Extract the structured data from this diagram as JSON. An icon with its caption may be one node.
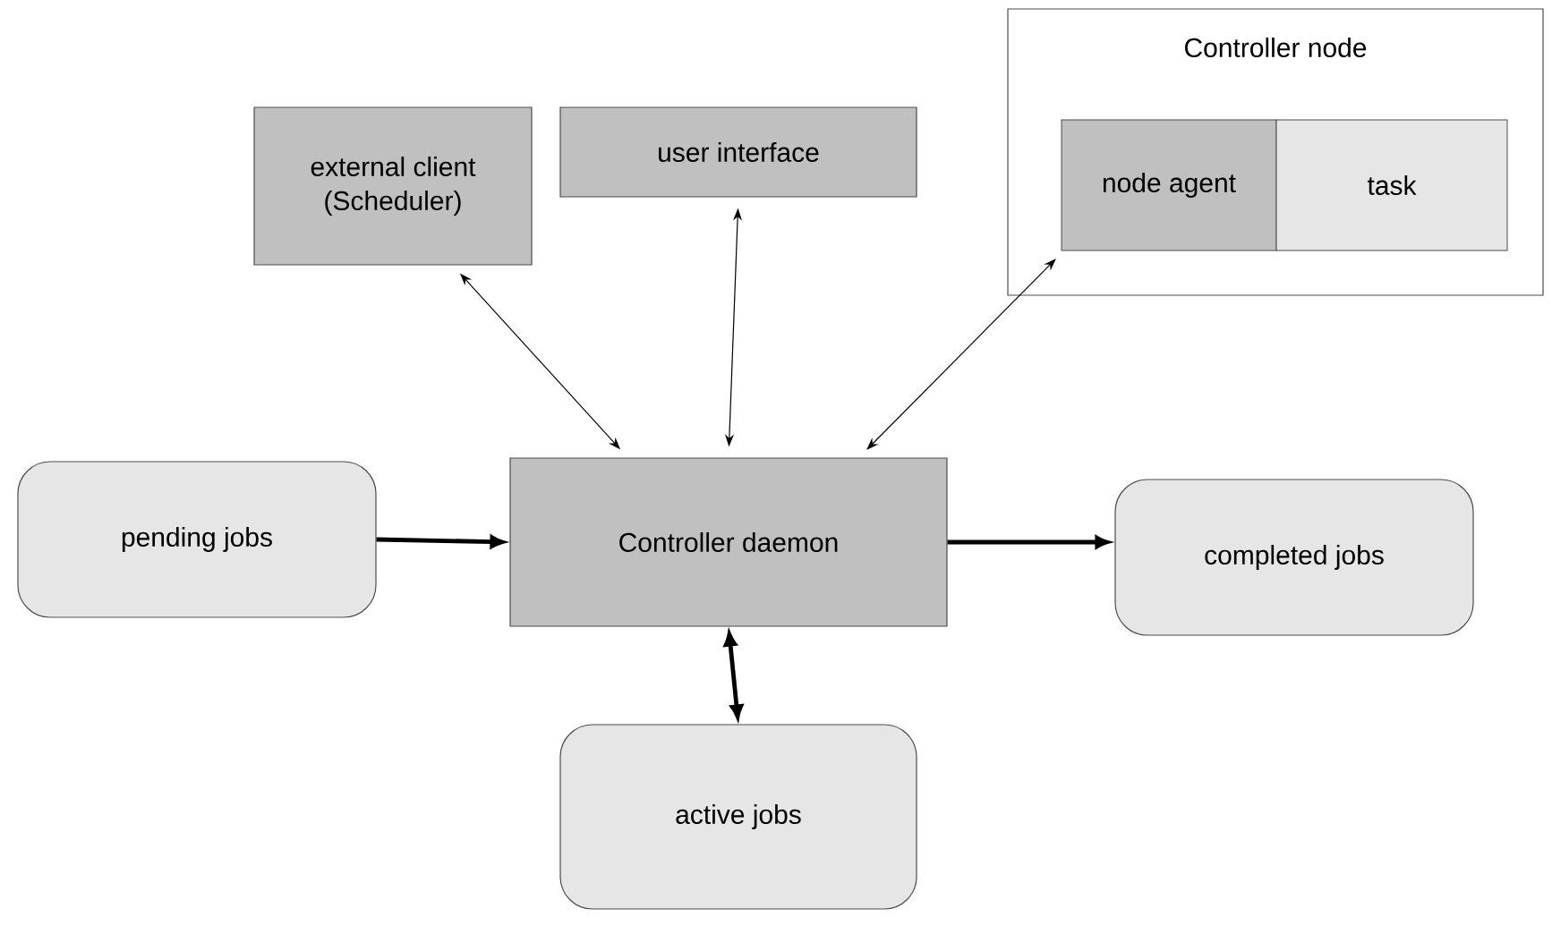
{
  "diagram": {
    "nodes": [
      {
        "text": [
          "external client (Scheduler)"
        ]
      },
      {
        "text": [
          "user interface"
        ]
      },
      {
        "text": [
          "Controller node"
        ]
      },
      {
        "text": [
          "node agent"
        ],
        "in": 2
      },
      {
        "text": [
          "task"
        ],
        "in": 2
      },
      {
        "text": [
          "pending jobs"
        ]
      },
      {
        "text": [
          "Controller daemon"
        ]
      },
      {
        "text": [
          "completed jobs"
        ]
      },
      {
        "text": [
          "active jobs"
        ]
      }
    ],
    "edges": [
      {
        "from": 0,
        "to": 6,
        "arrow": "both"
      },
      {
        "from": 1,
        "to": 6,
        "arrow": "both"
      },
      {
        "from": 3,
        "to": 6,
        "arrow": "both"
      },
      {
        "from": 5,
        "to": 6,
        "arrow": "to",
        "style": "thick"
      },
      {
        "from": 6,
        "to": 7,
        "arrow": "to",
        "style": "thick"
      },
      {
        "from": 6,
        "to": 8,
        "arrow": "both",
        "style": "thick"
      }
    ]
  }
}
